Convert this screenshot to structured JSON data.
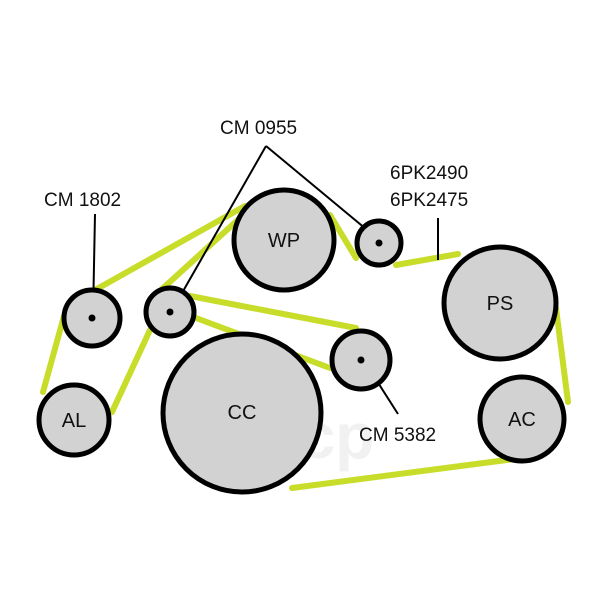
{
  "diagram": {
    "pulleys": {
      "wp": "WP",
      "ps": "PS",
      "cc": "CC",
      "al": "AL",
      "ac": "AC"
    },
    "callouts": {
      "cm0955": "CM 0955",
      "cm1802": "CM 1802",
      "pk2490": "6PK2490",
      "pk2475": "6PK2475",
      "cm5382": "CM 5382"
    },
    "watermark": "abcp"
  },
  "colors": {
    "belt": "#c8dc2a",
    "pulley_fill": "#d2d2d2",
    "outline": "#000000"
  }
}
